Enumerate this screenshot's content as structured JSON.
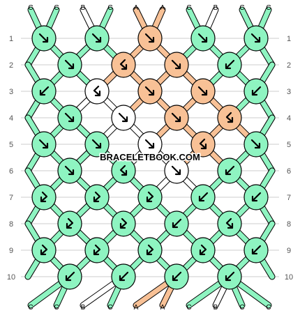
{
  "watermark": "BRACELETBOOK.COM",
  "colors": {
    "C": "#8ef4c1",
    "A": "#f8c196",
    "B": "#ffffff",
    "outline": "#000000",
    "grid": "#cccccc"
  },
  "strands_top": [
    "C",
    "C",
    "B",
    "C",
    "A",
    "A",
    "C",
    "B",
    "C",
    "C"
  ],
  "strands_bottom": [
    "C",
    "C",
    "B",
    "C",
    "A",
    "A",
    "C",
    "B",
    "C",
    "C"
  ],
  "row_labels": [
    "1",
    "2",
    "3",
    "4",
    "5",
    "6",
    "7",
    "8",
    "9",
    "10"
  ],
  "rows": [
    {
      "row": 1,
      "knots": [
        {
          "color": "C",
          "arrow": "se"
        },
        {
          "color": "C",
          "arrow": "se"
        },
        {
          "color": "A",
          "arrow": "se"
        },
        {
          "color": "C",
          "arrow": "se"
        },
        {
          "color": "C",
          "arrow": "se"
        }
      ]
    },
    {
      "row": 2,
      "knots": [
        {
          "color": "C",
          "arrow": "se"
        },
        {
          "color": "A",
          "arrow": "sw-se"
        },
        {
          "color": "A",
          "arrow": "se"
        },
        {
          "color": "C",
          "arrow": "sw"
        }
      ]
    },
    {
      "row": 3,
      "knots": [
        {
          "color": "C",
          "arrow": "sw"
        },
        {
          "color": "B",
          "arrow": "sw-se"
        },
        {
          "color": "A",
          "arrow": "se"
        },
        {
          "color": "A",
          "arrow": "se"
        },
        {
          "color": "C",
          "arrow": "sw"
        }
      ]
    },
    {
      "row": 4,
      "knots": [
        {
          "color": "C",
          "arrow": "se"
        },
        {
          "color": "B",
          "arrow": "se"
        },
        {
          "color": "A",
          "arrow": "se"
        },
        {
          "color": "A",
          "arrow": "sw-se"
        }
      ]
    },
    {
      "row": 5,
      "knots": [
        {
          "color": "C",
          "arrow": "se"
        },
        {
          "color": "C",
          "arrow": "se"
        },
        {
          "color": "B",
          "arrow": "se"
        },
        {
          "color": "A",
          "arrow": "sw-se"
        },
        {
          "color": "C",
          "arrow": "se"
        }
      ]
    },
    {
      "row": 6,
      "knots": [
        {
          "color": "C",
          "arrow": "se"
        },
        {
          "color": "C",
          "arrow": "sw-se"
        },
        {
          "color": "B",
          "arrow": "se"
        },
        {
          "color": "C",
          "arrow": "sw"
        }
      ]
    },
    {
      "row": 7,
      "knots": [
        {
          "color": "C",
          "arrow": "se-sw"
        },
        {
          "color": "C",
          "arrow": "se-sw"
        },
        {
          "color": "C",
          "arrow": "se-sw"
        },
        {
          "color": "C",
          "arrow": "sw"
        },
        {
          "color": "C",
          "arrow": "sw"
        }
      ]
    },
    {
      "row": 8,
      "knots": [
        {
          "color": "C",
          "arrow": "se-sw"
        },
        {
          "color": "C",
          "arrow": "se-sw"
        },
        {
          "color": "C",
          "arrow": "sw"
        },
        {
          "color": "C",
          "arrow": "sw-se"
        }
      ]
    },
    {
      "row": 9,
      "knots": [
        {
          "color": "C",
          "arrow": "se-sw"
        },
        {
          "color": "C",
          "arrow": "se-sw"
        },
        {
          "color": "C",
          "arrow": "se-sw"
        },
        {
          "color": "C",
          "arrow": "se-sw"
        },
        {
          "color": "C",
          "arrow": "sw"
        }
      ]
    },
    {
      "row": 10,
      "knots": [
        {
          "color": "C",
          "arrow": "sw"
        },
        {
          "color": "C",
          "arrow": "sw"
        },
        {
          "color": "C",
          "arrow": "sw"
        },
        {
          "color": "C",
          "arrow": "sw"
        }
      ]
    }
  ]
}
